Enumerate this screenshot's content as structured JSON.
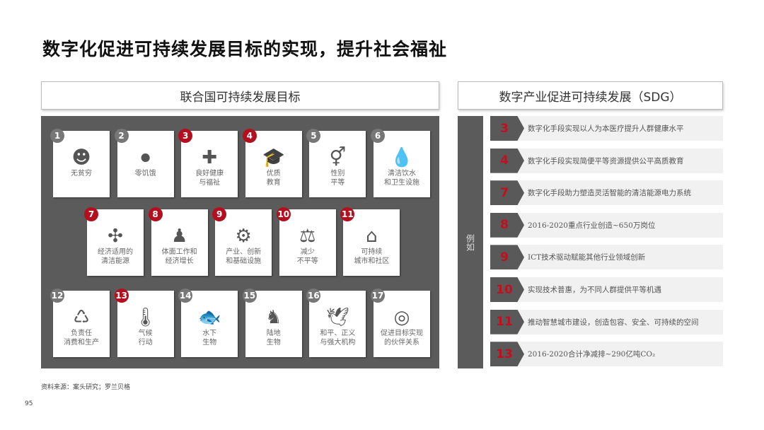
{
  "title": "数字化促进可持续发展目标的实现，提升社会福祉",
  "left_header": "联合国可持续发展目标",
  "right_header": "数字产业促进可持续发展（SDG）",
  "goals": [
    {
      "n": "1",
      "label": "无贫穷",
      "icon": "people-globe-icon",
      "red": false
    },
    {
      "n": "2",
      "label": "零饥饿",
      "icon": "plate-cutlery-icon",
      "red": false
    },
    {
      "n": "3",
      "label": "良好健康\n与福祉",
      "icon": "medical-book-icon",
      "red": true
    },
    {
      "n": "4",
      "label": "优质\n教育",
      "icon": "graduation-cap-icon",
      "red": true
    },
    {
      "n": "5",
      "label": "性别\n平等",
      "icon": "gender-icon",
      "red": false
    },
    {
      "n": "6",
      "label": "清洁饮水\n和卫生设施",
      "icon": "water-drops-icon",
      "red": false
    },
    {
      "n": "7",
      "label": "经济适用的\n清洁能源",
      "icon": "wind-turbine-icon",
      "red": true
    },
    {
      "n": "8",
      "label": "体面工作和\n经济增长",
      "icon": "worker-icon",
      "red": true
    },
    {
      "n": "9",
      "label": "产业、创新\n和基础设施",
      "icon": "innovation-gear-icon",
      "red": true
    },
    {
      "n": "10",
      "label": "减少\n不平等",
      "icon": "scale-icon",
      "red": true
    },
    {
      "n": "11",
      "label": "可持续\n城市和社区",
      "icon": "city-icon",
      "red": true
    },
    {
      "n": "12",
      "label": "负责任\n消费和生产",
      "icon": "consumption-icon",
      "red": false
    },
    {
      "n": "13",
      "label": "气候\n行动",
      "icon": "thermometer-icon",
      "red": true
    },
    {
      "n": "14",
      "label": "水下\n生物",
      "icon": "fish-icon",
      "red": false
    },
    {
      "n": "15",
      "label": "陆地\n生物",
      "icon": "horse-icon",
      "red": false
    },
    {
      "n": "16",
      "label": "和平、正义\n与强大机构",
      "icon": "dove-icon",
      "red": false
    },
    {
      "n": "17",
      "label": "促进目标实现\n的伙伴关系",
      "icon": "target-icon",
      "red": false
    }
  ],
  "side_label": "例如",
  "examples": [
    {
      "n": "3",
      "text": "数字化手段实现以人为本医疗提升人群健康水平"
    },
    {
      "n": "4",
      "text": "数字化手段实现简便平等资源提供公平高质教育"
    },
    {
      "n": "7",
      "text": "数字化手段助力塑造灵活智能的清洁能源电力系统"
    },
    {
      "n": "8",
      "text": "2016-2020重点行业创造~650万岗位"
    },
    {
      "n": "9",
      "text": "ICT技术驱动赋能其他行业领域创新"
    },
    {
      "n": "10",
      "text": "实现技术普惠，为不同人群提供平等机遇"
    },
    {
      "n": "11",
      "text": "推动智慧城市建设，创造包容、安全、可持续的空间"
    },
    {
      "n": "13",
      "text": "2016-2020合计净减排~290亿吨CO₂"
    }
  ],
  "source": "资料来源：案头研究；罗兰贝格",
  "page": "95",
  "colors": {
    "panel": "#5b5b5b",
    "accent": "#b30f1f"
  }
}
